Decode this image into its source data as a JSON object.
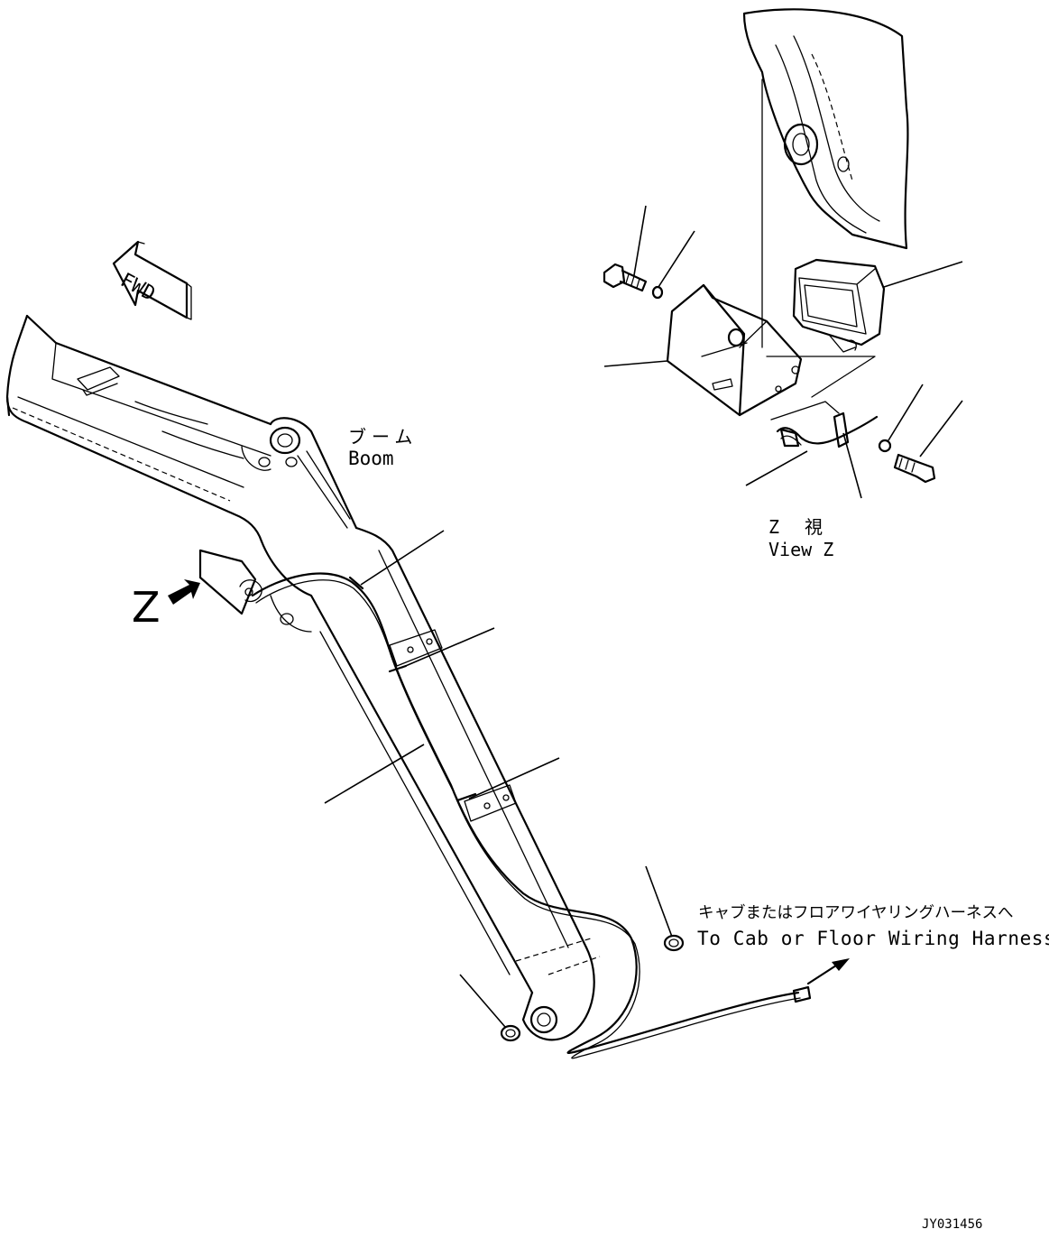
{
  "drawing": {
    "fwd_arrow": "FWD",
    "boom_label_jp": "ブーム",
    "boom_label_en": "Boom",
    "view_marker": "Z",
    "view_title_jp": "Z　視",
    "view_title_en": "View Z",
    "harness_note_jp": "キャブまたはフロアワイヤリングハーネスへ",
    "harness_note_en": "To Cab or Floor Wiring Harness",
    "drawing_number": "JY031456"
  }
}
